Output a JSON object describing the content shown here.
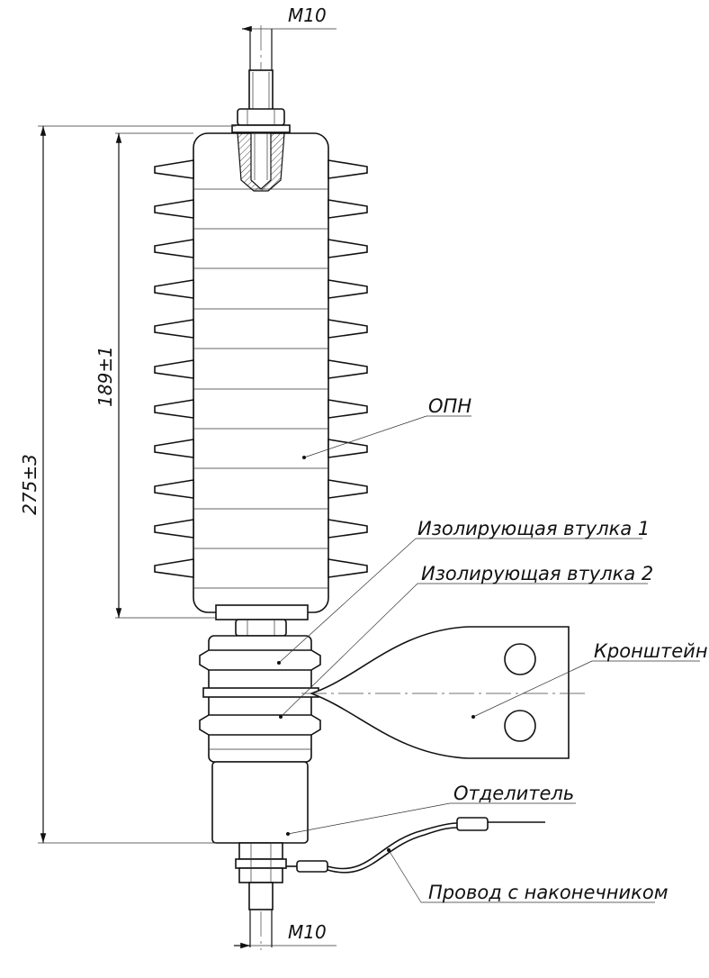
{
  "labels": {
    "top_thread": "M10",
    "bottom_thread": "M10",
    "dim_total": "275±3",
    "dim_body": "189±1",
    "opn": "ОПН",
    "bushing1": "Изолирующая втулка 1",
    "bushing2": "Изолирующая втулка 2",
    "bracket": "Кронштейн",
    "separator": "Отделитель",
    "wire": "Провод с наконечником"
  },
  "colors": {
    "line": "#111111",
    "background": "#ffffff"
  }
}
